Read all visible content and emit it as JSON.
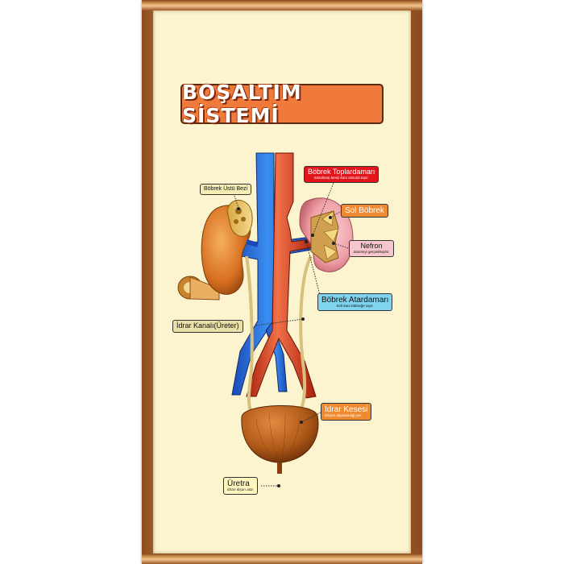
{
  "title": "BOŞALTIM SİSTEMİ",
  "labels": {
    "adrenal": {
      "name": "Böbrek Üstü Bezi"
    },
    "renal_vein": {
      "name": "Böbrek Toplardamarı",
      "desc": "Süzülmüş temiz kanı sözuda taşır."
    },
    "left_kidney": {
      "name": "Sol Böbrek"
    },
    "nephron": {
      "name": "Nefron",
      "desc": "Süzmeyi gerçekleştirir."
    },
    "renal_artery": {
      "name": "Böbrek Atardamarı",
      "desc": "Kirli kanı böbreğe taşır."
    },
    "ureter": {
      "name": "İdrar Kanalı(Üreter)"
    },
    "bladder": {
      "name": "İdrar Kesesi",
      "desc": "İdrarın depolandığı yer."
    },
    "urethra": {
      "name": "Üretra",
      "desc": "İdrarı dışarı atar."
    }
  },
  "colors": {
    "title_bg": "#f07a3c",
    "renal_vein_bg": "#e2141c",
    "left_kidney_bg": "#f08a30",
    "nephron_bg": "#f6c6cc",
    "renal_artery_bg": "#7fd4f0",
    "bladder_bg": "#f08a30",
    "adrenal_bg": "#f4eeb0",
    "ureter_bg": "#e8e0a8",
    "urethra_bg": "#fff6c0"
  }
}
